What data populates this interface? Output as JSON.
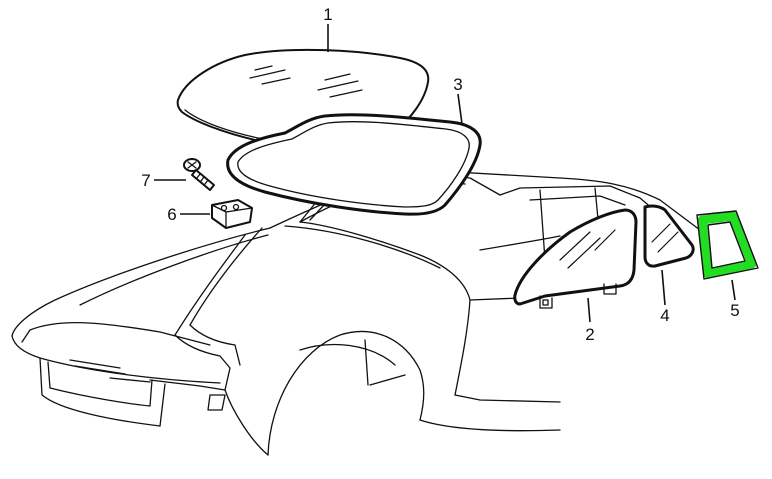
{
  "callouts": [
    {
      "id": "1",
      "label": "1"
    },
    {
      "id": "2",
      "label": "2"
    },
    {
      "id": "3",
      "label": "3"
    },
    {
      "id": "4",
      "label": "4"
    },
    {
      "id": "5",
      "label": "5"
    },
    {
      "id": "6",
      "label": "6"
    },
    {
      "id": "7",
      "label": "7"
    }
  ],
  "colors": {
    "line": "#111111",
    "highlight": "#22dd22",
    "background": "#ffffff"
  },
  "highlighted_part": "5"
}
